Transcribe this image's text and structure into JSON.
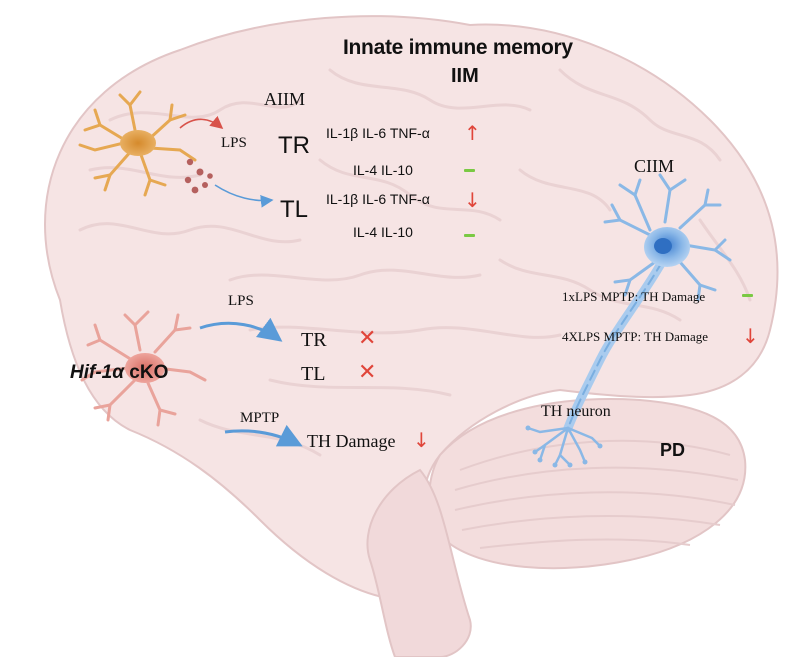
{
  "header": {
    "title": "Innate immune memory",
    "subtitle": "IIM"
  },
  "aiim": {
    "label": "AIIM",
    "lps": "LPS",
    "tr": {
      "name": "TR",
      "cytokines_up": "IL-1β  IL-6  TNF-α",
      "arrow_up": "↑",
      "cytokines_stable": "IL-4 IL-10"
    },
    "tl": {
      "name": "TL",
      "cytokines_down": "IL-1β  IL-6  TNF-α",
      "arrow_down": "↓",
      "cytokines_stable": "IL-4 IL-10"
    }
  },
  "ciim": {
    "label": "CIIM",
    "line1": "1xLPS MPTP: TH Damage",
    "line2": "4XLPS MPTP: TH Damage",
    "arrow_down": "↓",
    "neuron_label": "TH neuron",
    "pd_label": "PD"
  },
  "knockout": {
    "gene": "Hif-1α",
    "suffix": "cKO",
    "lps": "LPS",
    "tr": "TR",
    "tl": "TL",
    "x_mark": "✕",
    "mptp": "MPTP",
    "damage": "TH Damage",
    "arrow_down": "↓"
  },
  "colors": {
    "brain_fill": "#f6e4e4",
    "brain_fold": "#ead2d3",
    "microglia_normal": "#e0a144",
    "microglia_ko": "#e8978f",
    "neuron": "#8ab8e6",
    "up_down_arrow": "#e0453a",
    "stable_dash": "#7ac943",
    "flow_arrow": "#5a9bd8"
  }
}
